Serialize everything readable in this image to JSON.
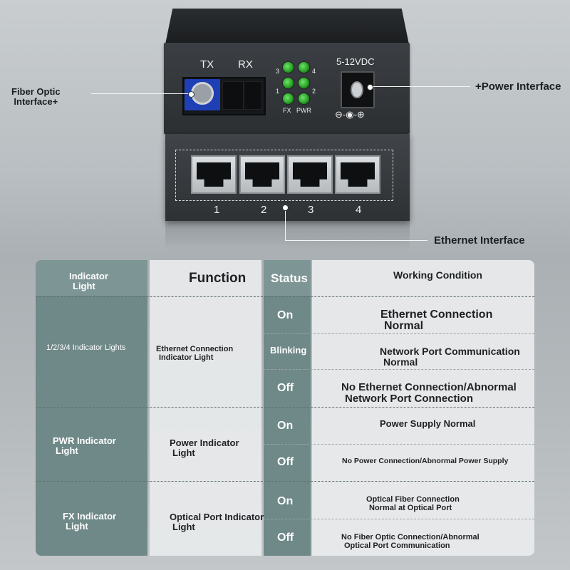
{
  "device": {
    "fiber_labels": {
      "tx": "TX",
      "rx": "RX"
    },
    "led_numbers": {
      "n1": "1",
      "n2": "2",
      "n3": "3",
      "n4": "4"
    },
    "led_labels": {
      "fx": "FX",
      "pwr": "PWR"
    },
    "power_rating": "5-12VDC",
    "port_numbers": [
      "1",
      "2",
      "3",
      "4"
    ],
    "polarity_symbol": "⊖-◉-⊕"
  },
  "callouts": {
    "fiber": {
      "line1": "Fiber Optic",
      "line2": "Interface+"
    },
    "power": "+Power Interface",
    "ethernet": "Ethernet Interface"
  },
  "table": {
    "headers": {
      "indicator_light": {
        "line1": "Indicator",
        "line2": "Light"
      },
      "function": "Function",
      "status": "Status",
      "working_condition": "Working Condition"
    },
    "groups": [
      {
        "indicator": "1/2/3/4 Indicator Lights",
        "function": {
          "line1": "Ethernet Connection",
          "line2": "Indicator Light"
        },
        "rows": [
          {
            "status": "On",
            "condition": {
              "line1": "Ethernet Connection",
              "line2": "Normal"
            }
          },
          {
            "status": "Blinking",
            "condition": {
              "line1": "Network Port Communication",
              "line2": "Normal"
            }
          },
          {
            "status": "Off",
            "condition": {
              "line1": "No Ethernet Connection/Abnormal",
              "line2": "Network Port Connection"
            }
          }
        ]
      },
      {
        "indicator": {
          "line1": "PWR Indicator",
          "line2": "Light"
        },
        "function": {
          "line1": "Power Indicator",
          "line2": "Light"
        },
        "rows": [
          {
            "status": "On",
            "condition": "Power Supply Normal"
          },
          {
            "status": "Off",
            "condition": "No Power Connection/Abnormal Power Supply"
          }
        ]
      },
      {
        "indicator": {
          "line1": "FX Indicator",
          "line2": "Light"
        },
        "function": {
          "line1": "Optical Port Indicator",
          "line2": "Light"
        },
        "rows": [
          {
            "status": "On",
            "condition": {
              "line1": "Optical Fiber Connection",
              "line2": "Normal at Optical Port"
            }
          },
          {
            "status": "Off",
            "condition": {
              "line1": "No Fiber Optic Connection/Abnormal",
              "line2": "Optical Port Communication"
            }
          }
        ]
      }
    ]
  }
}
